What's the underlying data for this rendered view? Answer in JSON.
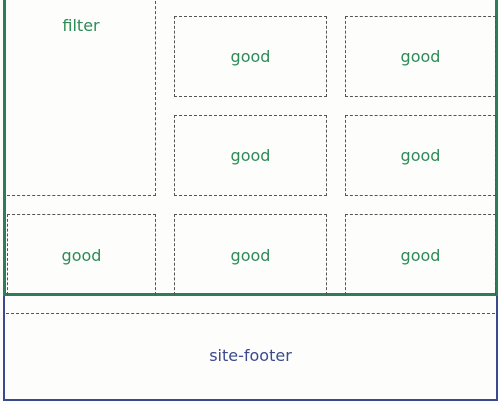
{
  "filter": {
    "label": "filter"
  },
  "goods": [
    {
      "label": "good"
    },
    {
      "label": "good"
    },
    {
      "label": "good"
    },
    {
      "label": "good"
    },
    {
      "label": "good"
    },
    {
      "label": "good"
    },
    {
      "label": "good"
    }
  ],
  "footer": {
    "label": "site-footer"
  },
  "colors": {
    "main_border": "#2e7d58",
    "outer_border": "#3a4a8c",
    "good_text": "#2e8b57",
    "footer_text": "#3a4a8c"
  }
}
